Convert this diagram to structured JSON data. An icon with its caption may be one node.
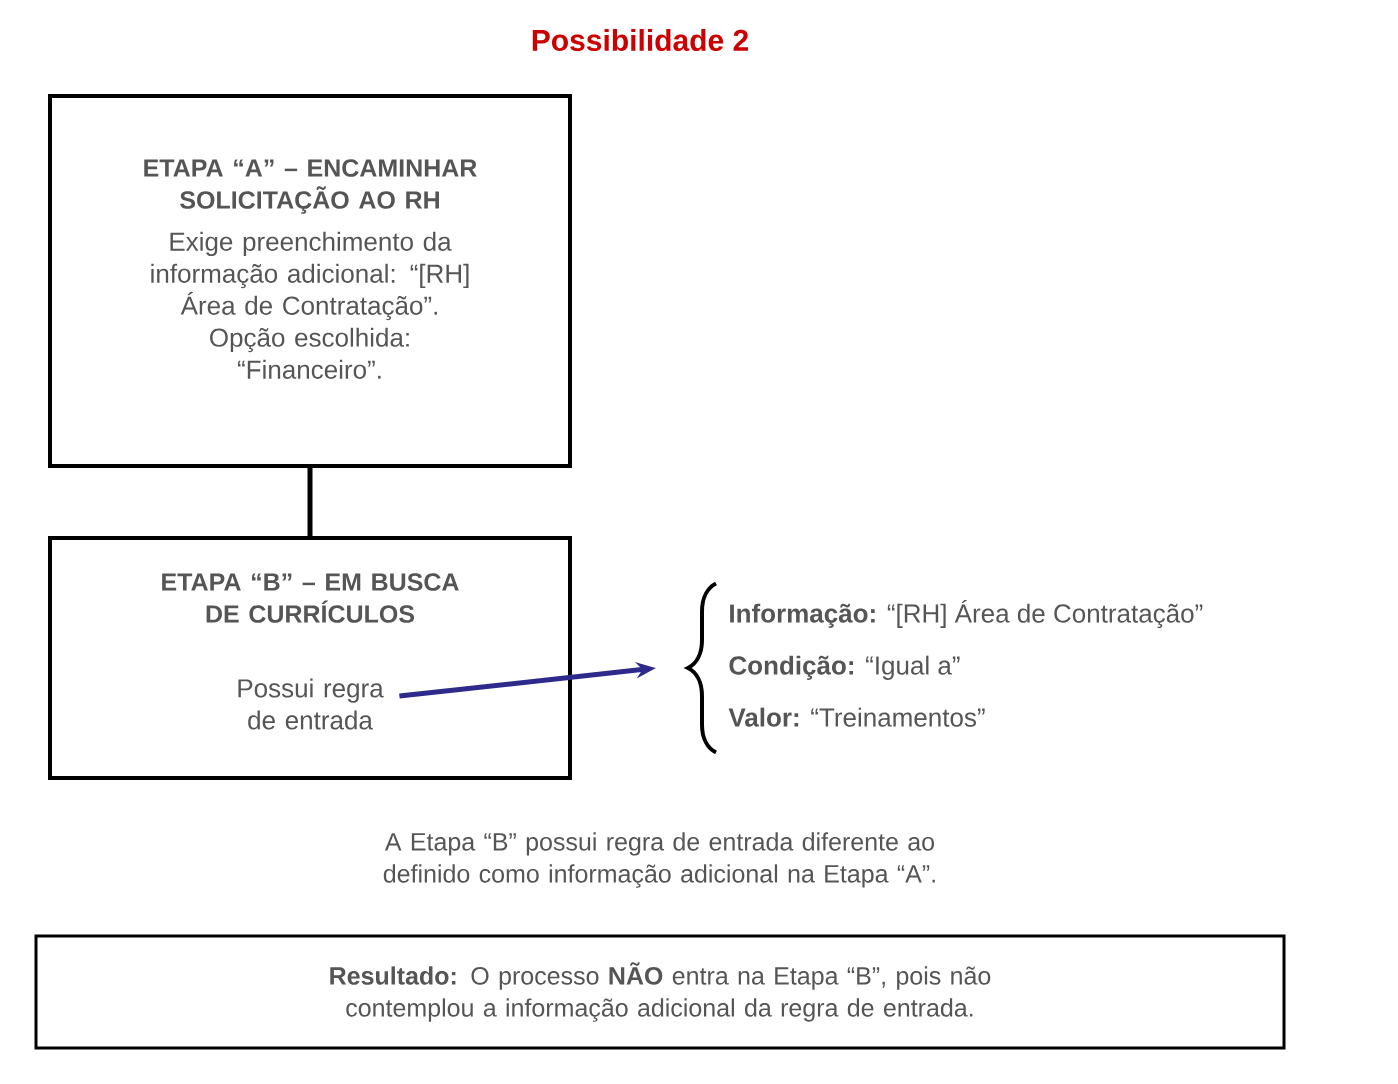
{
  "diagram": {
    "title": "Possibilidade 2",
    "nodes": [
      {
        "text": [
          "ETAPA “A” – ENCAMINHAR SOLICITAÇÃO AO RH",
          "Exige preenchimento da informação adicional: “[RH] Área de Contratação”. Opção escolhida: “Financeiro”."
        ]
      },
      {
        "text": [
          "ETAPA “B” – EM BUSCA DE CURRÍCULOS"
        ]
      },
      {
        "text": [
          "Possui regra de entrada"
        ],
        "in": 1
      },
      {
        "text": [
          "**Informação:** “[RH] Área de Contratação”",
          "**Condição:** “Igual a”",
          "**Valor:** “Treinamentos”"
        ]
      },
      {
        "text": [
          "**Resultado:** O processo **NÃO** entra na Etapa “B”, pois não contemplou a informação adicional da regra de entrada."
        ]
      }
    ],
    "edges": [
      {
        "from": 0,
        "to": 1,
        "arrow": "none"
      },
      {
        "from": 2,
        "to": 3,
        "arrow": "to",
        "color": "#2e2a8c"
      }
    ],
    "labels": [
      "A Etapa “B” possui regra de entrada diferente ao definido como informação adicional na Etapa “A”."
    ]
  }
}
